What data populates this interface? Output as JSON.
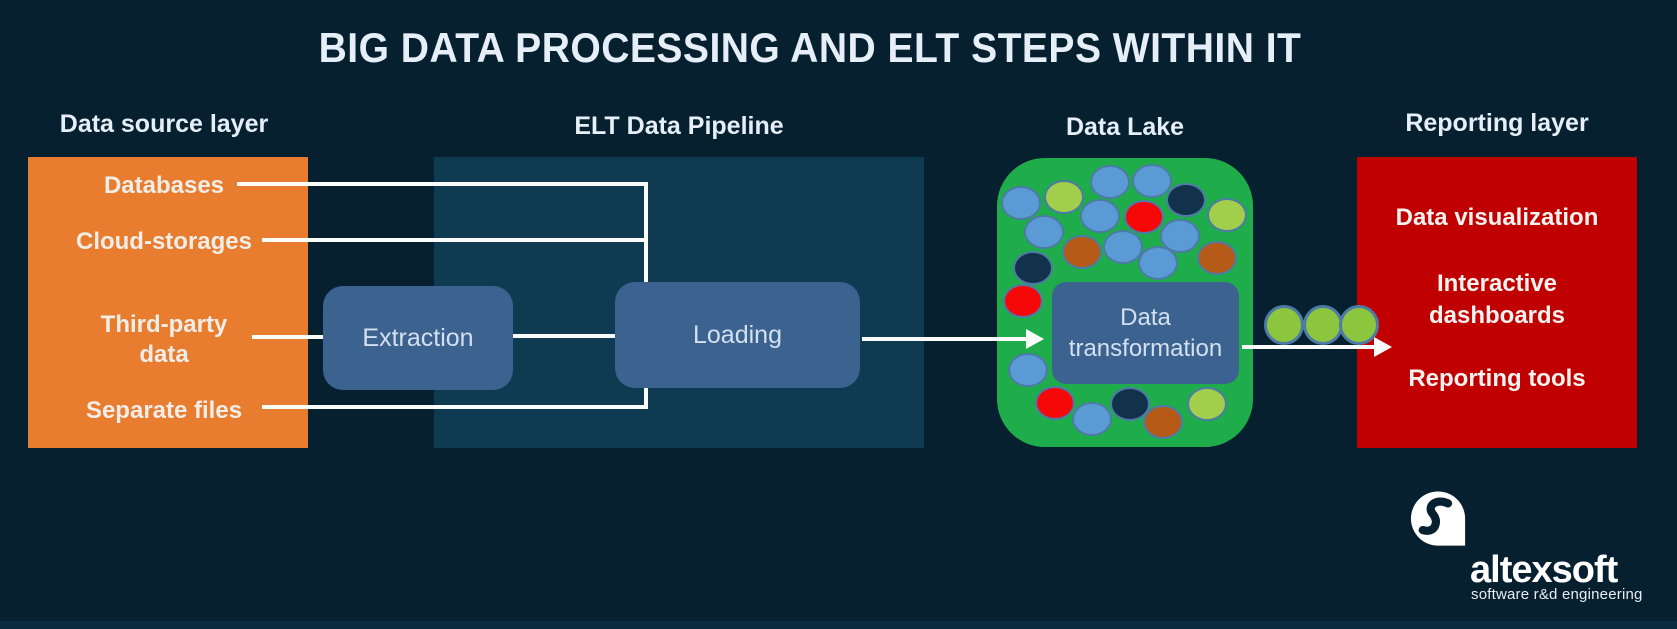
{
  "title": "BIG DATA PROCESSING AND ELT STEPS WITHIN IT",
  "source": {
    "header": "Data source layer",
    "items": [
      "Databases",
      "Cloud-storages",
      "Third-party\ndata",
      "Separate files"
    ]
  },
  "pipeline": {
    "header": "ELT Data Pipeline",
    "extraction_label": "Extraction",
    "loading_label": "Loading"
  },
  "lake": {
    "header": "Data Lake",
    "box_label": "Data\ntransformation",
    "circles": [
      [
        1021,
        203,
        "blue"
      ],
      [
        1064,
        197,
        "lime"
      ],
      [
        1110,
        182,
        "blue"
      ],
      [
        1152,
        181,
        "blue"
      ],
      [
        1186,
        200,
        "navy"
      ],
      [
        1227,
        215,
        "lime"
      ],
      [
        1100,
        216,
        "blue"
      ],
      [
        1144,
        217,
        "red"
      ],
      [
        1044,
        232,
        "blue"
      ],
      [
        1082,
        252,
        "brown"
      ],
      [
        1123,
        247,
        "blue"
      ],
      [
        1180,
        236,
        "blue"
      ],
      [
        1158,
        263,
        "blue"
      ],
      [
        1217,
        258,
        "brown"
      ],
      [
        1033,
        268,
        "navy"
      ],
      [
        1023,
        301,
        "red"
      ],
      [
        1028,
        370,
        "blue"
      ],
      [
        1055,
        403,
        "red"
      ],
      [
        1092,
        419,
        "blue"
      ],
      [
        1130,
        404,
        "navy"
      ],
      [
        1163,
        422,
        "brown"
      ],
      [
        1207,
        404,
        "lime"
      ]
    ],
    "flow_dots": [
      [
        1284,
        325
      ],
      [
        1323,
        325
      ],
      [
        1359,
        325
      ]
    ]
  },
  "reporting": {
    "header": "Reporting layer",
    "items": [
      "Data visualization",
      "Interactive\ndashboards",
      "Reporting tools"
    ]
  },
  "logo": {
    "name": "altexsoft",
    "tagline": "software r&d engineering"
  },
  "colors": {
    "background": "#062030",
    "bottom_strip": "#0c2b3f",
    "panel_orange": "#e87d30",
    "panel_teal": "#0e3a52",
    "panel_red": "#c00000",
    "lake_green": "#1fad4b",
    "box_blue": "#3c6290",
    "line_white": "#fafcfc",
    "header_text": "#e6eff7",
    "box_text": "#d3e0ef",
    "circle_blue": "#5b9bd5",
    "circle_lime": "#a2cf4b",
    "circle_red": "#f70808",
    "circle_navy": "#12314b",
    "circle_brown": "#b65a18",
    "circle_stroke": "#4d7aa6",
    "dot_green": "#8cc63e",
    "logo_white": "#ffffff"
  }
}
